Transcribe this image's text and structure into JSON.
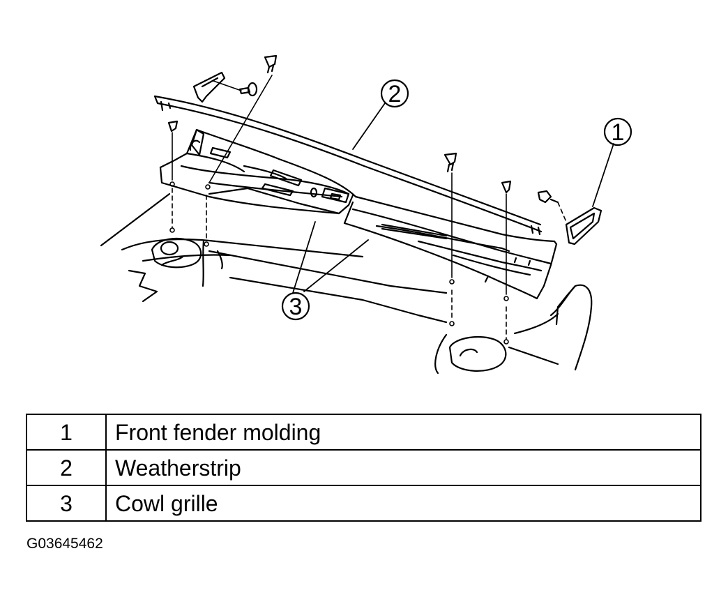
{
  "callouts": [
    {
      "number": "1"
    },
    {
      "number": "2"
    },
    {
      "number": "3"
    }
  ],
  "legend": {
    "rows": [
      {
        "number": "1",
        "description": "Front fender molding"
      },
      {
        "number": "2",
        "description": "Weatherstrip"
      },
      {
        "number": "3",
        "description": "Cowl grille"
      }
    ]
  },
  "figure_id": "G03645462"
}
